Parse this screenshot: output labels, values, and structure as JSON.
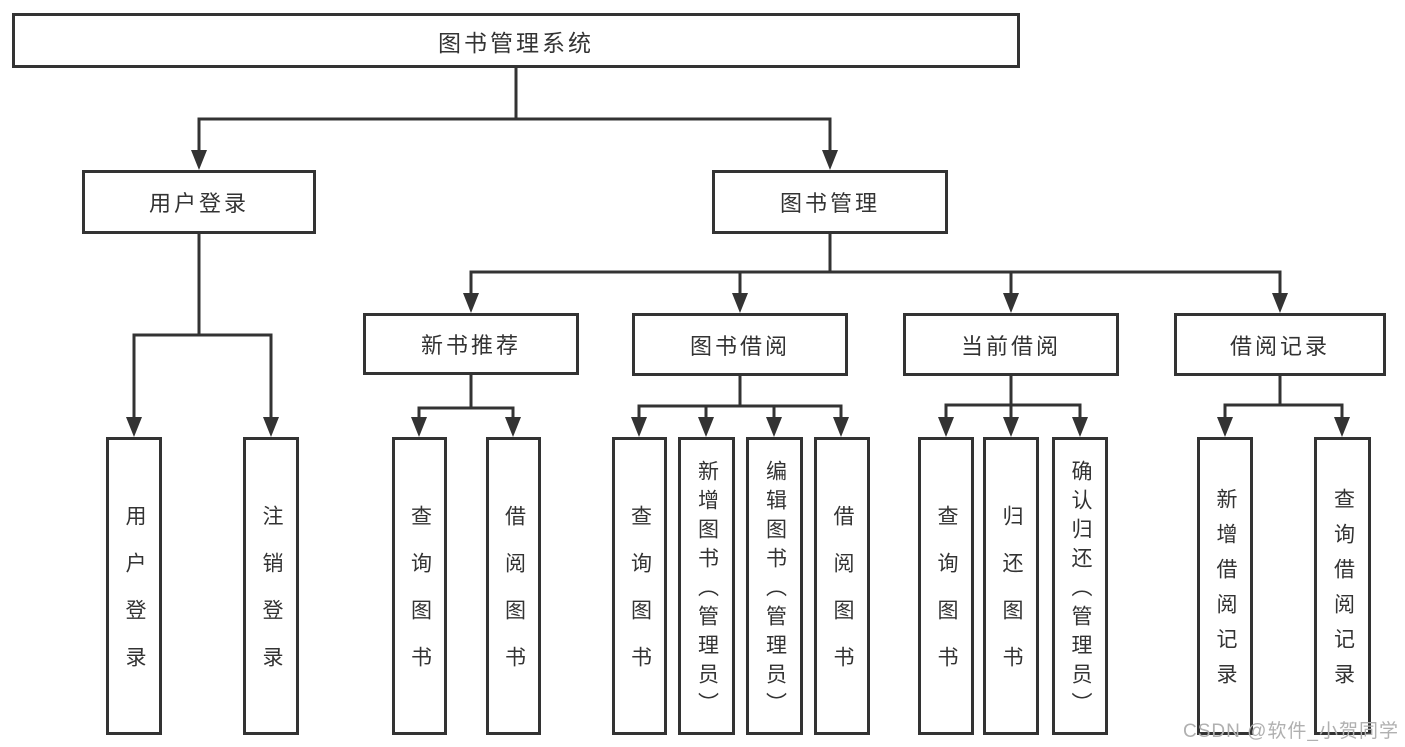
{
  "tree": {
    "label": "图书管理系统",
    "children": [
      {
        "label": "用户登录",
        "children": [
          {
            "label": "用户登录"
          },
          {
            "label": "注销登录"
          }
        ]
      },
      {
        "label": "图书管理",
        "children": [
          {
            "label": "新书推荐",
            "children": [
              {
                "label": "查询图书"
              },
              {
                "label": "借阅图书"
              }
            ]
          },
          {
            "label": "图书借阅",
            "children": [
              {
                "label": "查询图书"
              },
              {
                "label": "新增图书（管理员）"
              },
              {
                "label": "编辑图书（管理员）"
              },
              {
                "label": "借阅图书"
              }
            ]
          },
          {
            "label": "当前借阅",
            "children": [
              {
                "label": "查询图书"
              },
              {
                "label": "归还图书"
              },
              {
                "label": "确认归还（管理员）"
              }
            ]
          },
          {
            "label": "借阅记录",
            "children": [
              {
                "label": "新增借阅记录"
              },
              {
                "label": "查询借阅记录"
              }
            ]
          }
        ]
      }
    ]
  },
  "watermark": {
    "text": "CSDN @软件_小贺同学"
  },
  "colors": {
    "line": "#333333",
    "box_border": "#333333",
    "text": "#333333",
    "background": "#ffffff",
    "watermark": "#b0b0b0"
  }
}
